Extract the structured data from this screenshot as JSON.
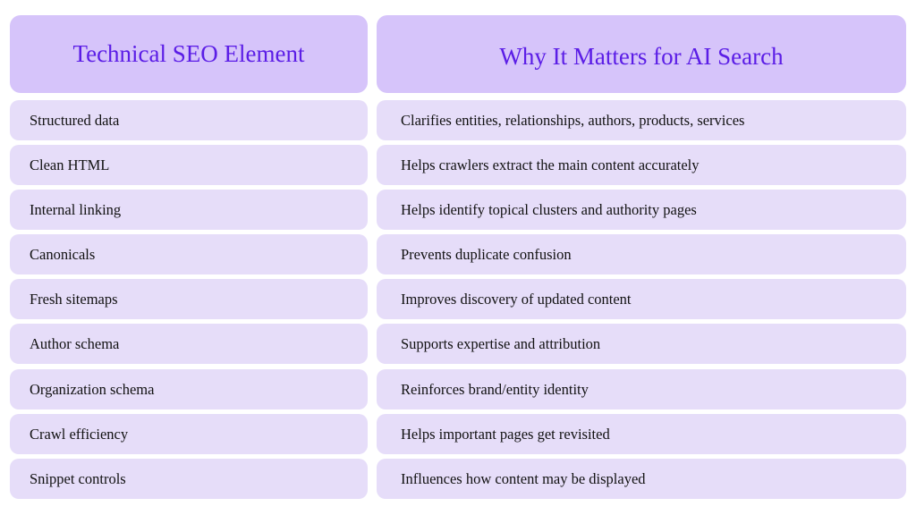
{
  "headers": {
    "element": "Technical SEO Element",
    "why": "Why It Matters for AI Search"
  },
  "rows": [
    {
      "element": "Structured data",
      "why": "Clarifies entities, relationships, authors, products, services"
    },
    {
      "element": "Clean HTML",
      "why": "Helps crawlers extract the main content accurately"
    },
    {
      "element": "Internal linking",
      "why": "Helps identify topical clusters and authority pages"
    },
    {
      "element": "Canonicals",
      "why": "Prevents duplicate confusion"
    },
    {
      "element": "Fresh sitemaps",
      "why": "Improves discovery of updated content"
    },
    {
      "element": "Author schema",
      "why": "Supports expertise and attribution"
    },
    {
      "element": "Organization schema",
      "why": "Reinforces brand/entity identity"
    },
    {
      "element": "Crawl efficiency",
      "why": "Helps important pages get revisited"
    },
    {
      "element": "Snippet controls",
      "why": "Influences how content may be displayed"
    }
  ]
}
